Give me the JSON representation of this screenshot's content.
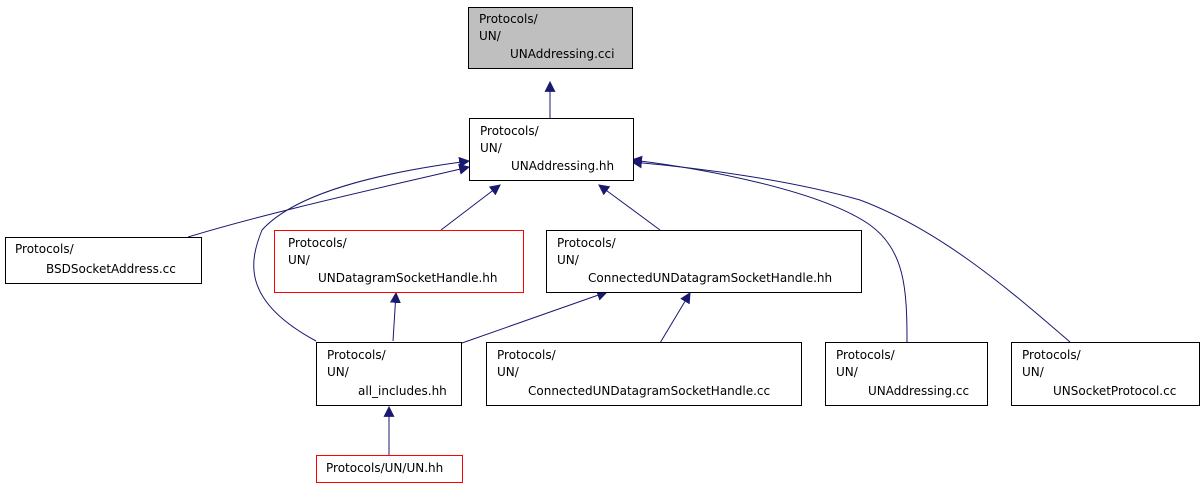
{
  "colors": {
    "edge": "#191970",
    "node_border": "#000000",
    "highlight_border": "#ff0000",
    "root_fill": "#bfbfbf"
  },
  "nodes": {
    "root": [
      "Protocols/",
      "UN/",
      "UNAddressing.cci"
    ],
    "hh": [
      "Protocols/",
      "UN/",
      "UNAddressing.hh"
    ],
    "bsd": [
      "Protocols/",
      "BSDSocketAddress.cc"
    ],
    "dgram": [
      "Protocols/",
      "UN/",
      "UNDatagramSocketHandle.hh"
    ],
    "conn_hh": [
      "Protocols/",
      "UN/",
      "ConnectedUNDatagramSocketHandle.hh"
    ],
    "all": [
      "Protocols/",
      "UN/",
      "all_includes.hh"
    ],
    "conn_cc": [
      "Protocols/",
      "UN/",
      "ConnectedUNDatagramSocketHandle.cc"
    ],
    "addr_cc": [
      "Protocols/",
      "UN/",
      "UNAddressing.cc"
    ],
    "proto_cc": [
      "Protocols/",
      "UN/",
      "UNSocketProtocol.cc"
    ],
    "un": [
      "Protocols/UN/UN.hh"
    ]
  }
}
